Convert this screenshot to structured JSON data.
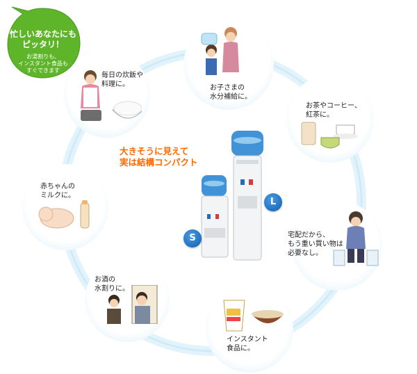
{
  "badge": {
    "title_line1": "忙しいあなたにも",
    "title_line2": "ピッタリ！",
    "sub_line1": "お湯割りも、",
    "sub_line2": "インスタント食品も",
    "sub_line3": "すぐできます"
  },
  "headline": {
    "line1": "大きそうに見えて",
    "line2": "実は結構コンパクト"
  },
  "captions": {
    "rice": [
      "毎日の炊飯や",
      "料理に。"
    ],
    "child": [
      "お子さまの",
      "水分補給に。"
    ],
    "tea": [
      "お茶やコーヒー、",
      "紅茶に。"
    ],
    "baby": [
      "赤ちゃんの",
      "ミルクに。"
    ],
    "delivery": [
      "宅配だから、",
      "もう重い買い物は",
      "必要なし。"
    ],
    "sake": [
      "お酒の",
      "水割りに。"
    ],
    "instant": [
      "インスタント",
      "食品に。"
    ]
  },
  "sizes": {
    "small": "S",
    "large": "L"
  },
  "colors": {
    "accent_orange": "#ff6a00",
    "badge_green": "#5fb52a",
    "size_blue": "#1a6fc4",
    "halo_blue": "#d8eef9"
  }
}
